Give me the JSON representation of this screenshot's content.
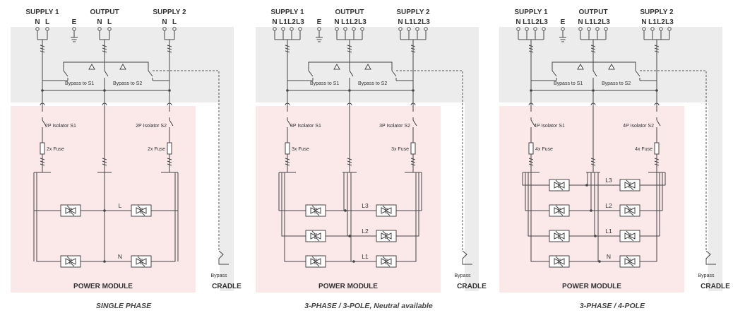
{
  "panels": [
    {
      "supply1": "SUPPLY 1",
      "output": "OUTPUT",
      "supply2": "SUPPLY 2",
      "earth": "E",
      "supply_terminals": [
        "N",
        "L"
      ],
      "output_terminals": [
        "N",
        "L"
      ],
      "bypass_s1": "Bypass to S1",
      "bypass_s2": "Bypass to S2",
      "isolator_s1": "2P Isolator S1",
      "isolator_s2": "2P Isolator S2",
      "fuse_s1": "2x Fuse",
      "fuse_s2": "2x Fuse",
      "line_labels": [
        "L",
        "N"
      ],
      "power_module": "POWER MODULE",
      "bypass": "Bypass",
      "cradle": "CRADLE",
      "caption": "SINGLE PHASE"
    },
    {
      "supply1": "SUPPLY 1",
      "output": "OUTPUT",
      "supply2": "SUPPLY 2",
      "earth": "E",
      "supply_terminals": [
        "N",
        "L1",
        "L2",
        "L3"
      ],
      "output_terminals": [
        "N",
        "L1",
        "L2",
        "L3"
      ],
      "bypass_s1": "Bypass to S1",
      "bypass_s2": "Bypass to S2",
      "isolator_s1": "3P Isolator S1",
      "isolator_s2": "3P Isolator S2",
      "fuse_s1": "3x Fuse",
      "fuse_s2": "3x Fuse",
      "line_labels": [
        "L3",
        "L2",
        "L1"
      ],
      "power_module": "POWER MODULE",
      "bypass": "Bypass",
      "cradle": "CRADLE",
      "caption": "3-PHASE / 3-POLE, Neutral available"
    },
    {
      "supply1": "SUPPLY 1",
      "output": "OUTPUT",
      "supply2": "SUPPLY 2",
      "earth": "E",
      "supply_terminals": [
        "N",
        "L1",
        "L2",
        "L3"
      ],
      "output_terminals": [
        "N",
        "L1",
        "L2",
        "L3"
      ],
      "bypass_s1": "Bypass to S1",
      "bypass_s2": "Bypass to S2",
      "isolator_s1": "4P Isolator S1",
      "isolator_s2": "4P Isolator S2",
      "fuse_s1": "4x Fuse",
      "fuse_s2": "4x Fuse",
      "line_labels": [
        "L3",
        "L2",
        "L1",
        "N"
      ],
      "power_module": "POWER MODULE",
      "bypass": "Bypass",
      "cradle": "CRADLE",
      "caption": "3-PHASE / 4-POLE"
    }
  ],
  "colors": {
    "cradle_bg": "#ececec",
    "module_bg": "#fbe9ea",
    "wire": "#444444"
  }
}
